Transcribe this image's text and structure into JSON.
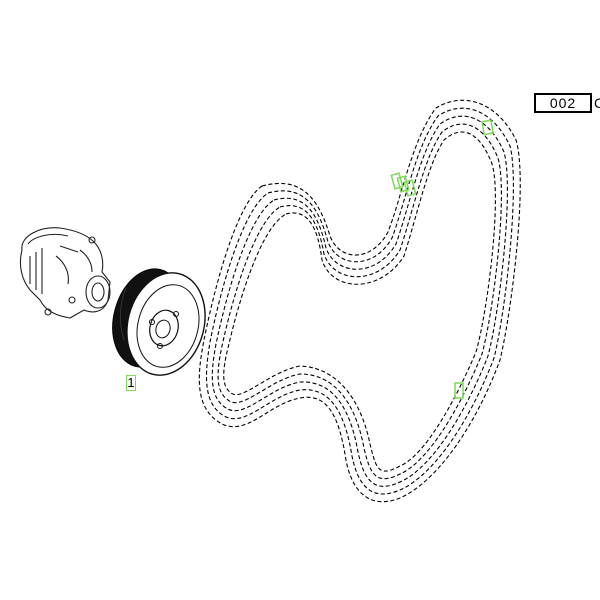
{
  "diagram": {
    "reference_number": "002",
    "reference_suffix": "C",
    "callouts": [
      {
        "label": "1"
      }
    ],
    "parts": [
      {
        "name": "water-pump"
      },
      {
        "name": "pulley"
      },
      {
        "name": "drive-belt"
      }
    ],
    "colors": {
      "callout_border": "#7ed957",
      "line": "#000000",
      "background": "#ffffff"
    }
  }
}
